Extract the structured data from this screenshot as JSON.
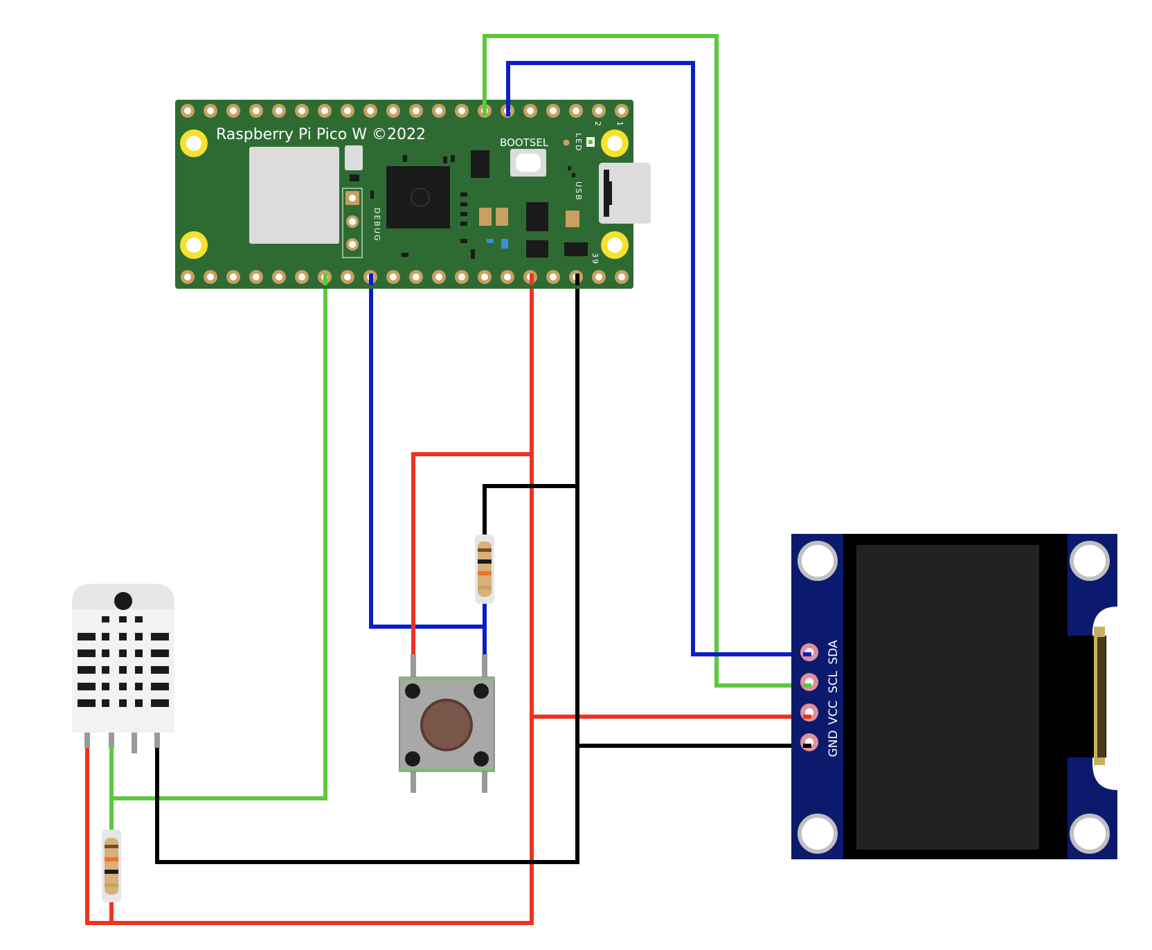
{
  "board": {
    "title": "Raspberry Pi Pico W ©2022",
    "bootsel_label": "BOOTSEL",
    "led_label": "LED",
    "usb_label": "USB",
    "debug_label": "DEBUG",
    "pin_1_label": "1",
    "pin_2_label": "2",
    "pin_39_label": "39"
  },
  "oled": {
    "pin_labels": [
      "SDA",
      "SCL",
      "VCC",
      "GND"
    ]
  },
  "colors": {
    "board_green": "#2e6b33",
    "pad_gold": "#c8a060",
    "mount_yellow": "#f5e12e",
    "wire_green": "#5cc83a",
    "wire_blue": "#0a1ec8",
    "wire_red": "#ee3322",
    "wire_black": "#000000",
    "oled_blue": "#0c1a6e",
    "oled_screen": "#222222"
  }
}
